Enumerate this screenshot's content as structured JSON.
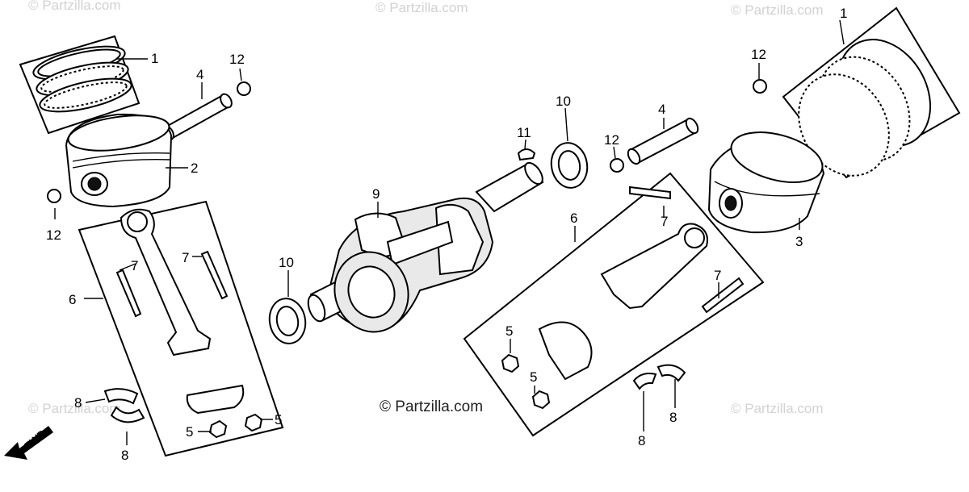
{
  "watermark": "© Partzilla.com",
  "credit": "© Partzilla.com",
  "fwd": "FWD",
  "callouts": [
    "1",
    "2",
    "3",
    "4",
    "5",
    "6",
    "7",
    "8",
    "9",
    "10",
    "11",
    "12"
  ]
}
